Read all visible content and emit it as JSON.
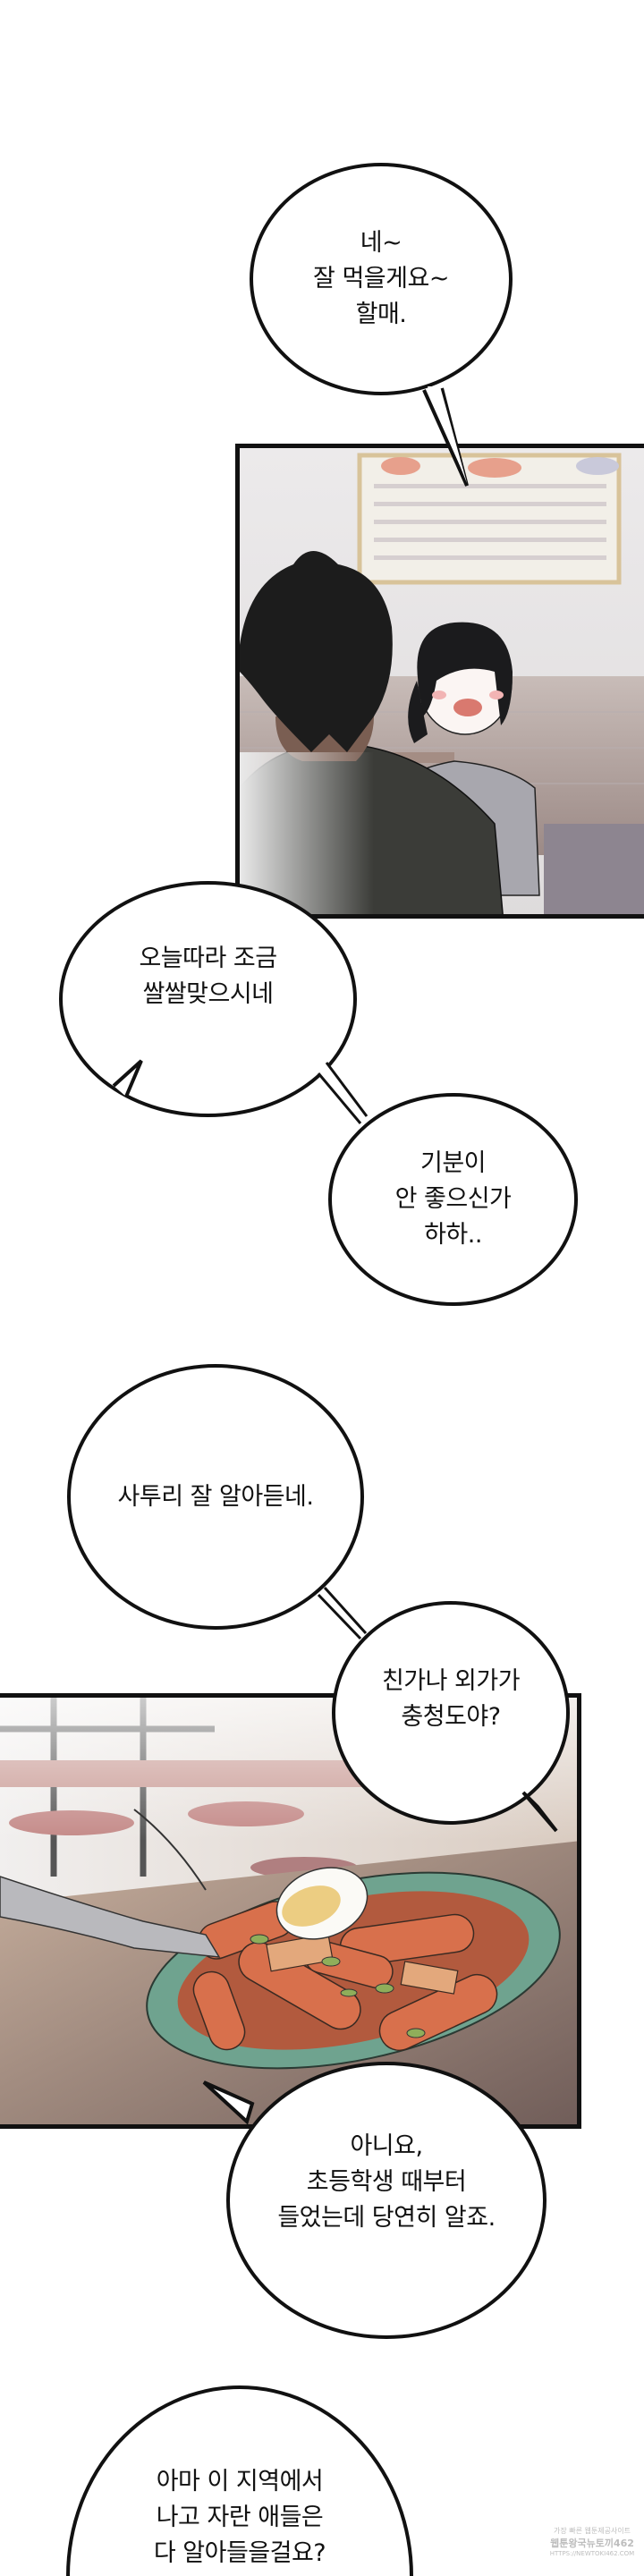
{
  "bubbles": {
    "b1": {
      "lines": [
        "네~",
        "잘 먹을게요~",
        "할매."
      ]
    },
    "b2": {
      "lines": [
        "오늘따라 조금",
        "쌀쌀맞으시네"
      ]
    },
    "b3": {
      "lines": [
        "기분이",
        "안 좋으신가",
        "하하.."
      ]
    },
    "b4": {
      "lines": [
        "사투리 잘 알아듣네."
      ]
    },
    "b5": {
      "lines": [
        "친가나 외가가",
        "충청도야?"
      ]
    },
    "b6": {
      "lines": [
        "아니요,",
        "초등학생 때부터",
        "들었는데 당연히  알죠."
      ]
    },
    "b7": {
      "lines": [
        "아마 이 지역에서",
        "나고 자란 애들은",
        "다 알아들을걸요?"
      ]
    }
  },
  "watermark": {
    "line1": "가장 빠른 웹툰제공사이트",
    "line2": "웹툰왕국뉴토끼462",
    "line3": "HTTPS://NEWTOKI462.COM"
  },
  "colors": {
    "ink": "#111111",
    "plate": "#6fa38f",
    "tteok": "#d8704c",
    "shirt_dark": "#3b3c38",
    "shirt_grey": "#a8a7ae"
  }
}
